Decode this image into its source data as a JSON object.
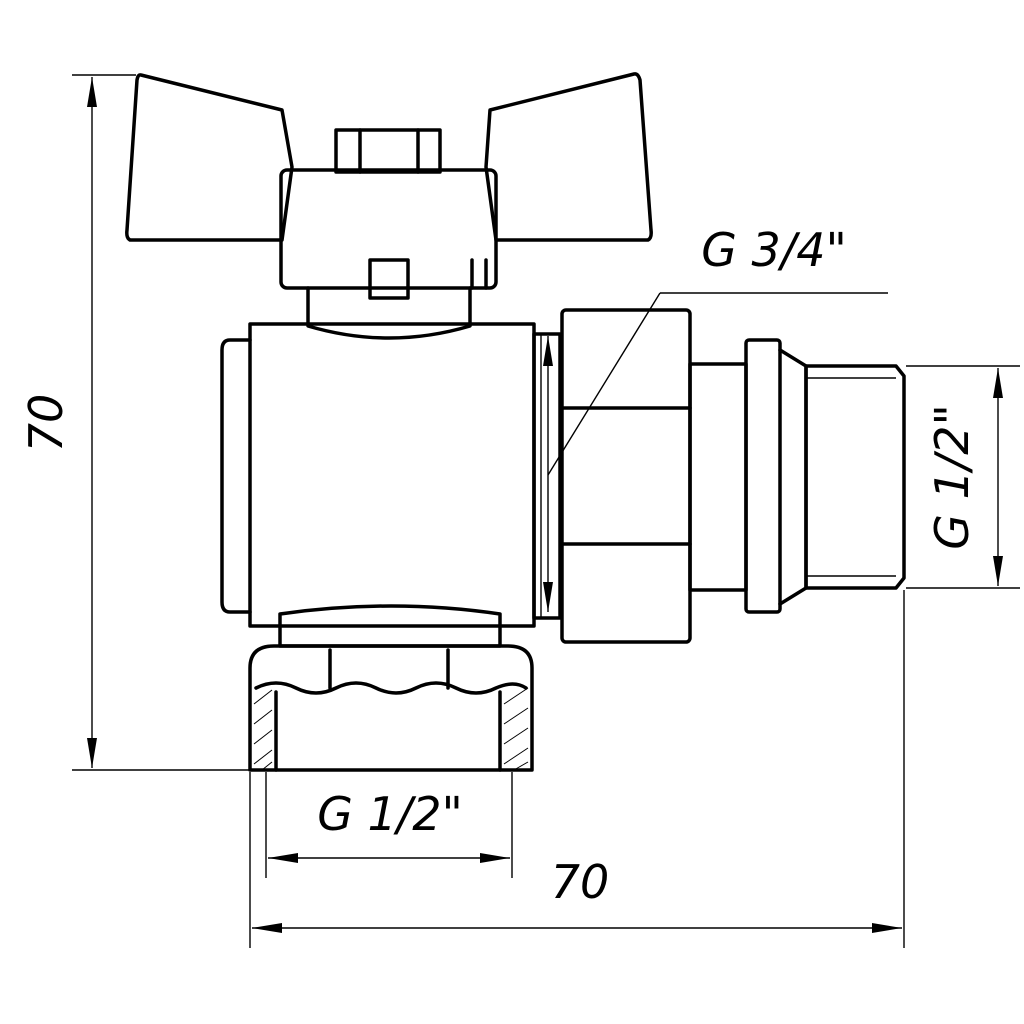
{
  "dimensions": {
    "height": "70",
    "width": "70",
    "bottom_thread": "G 1/2\"",
    "side_thread": "G 1/2\"",
    "union_thread": "G 3/4\""
  }
}
